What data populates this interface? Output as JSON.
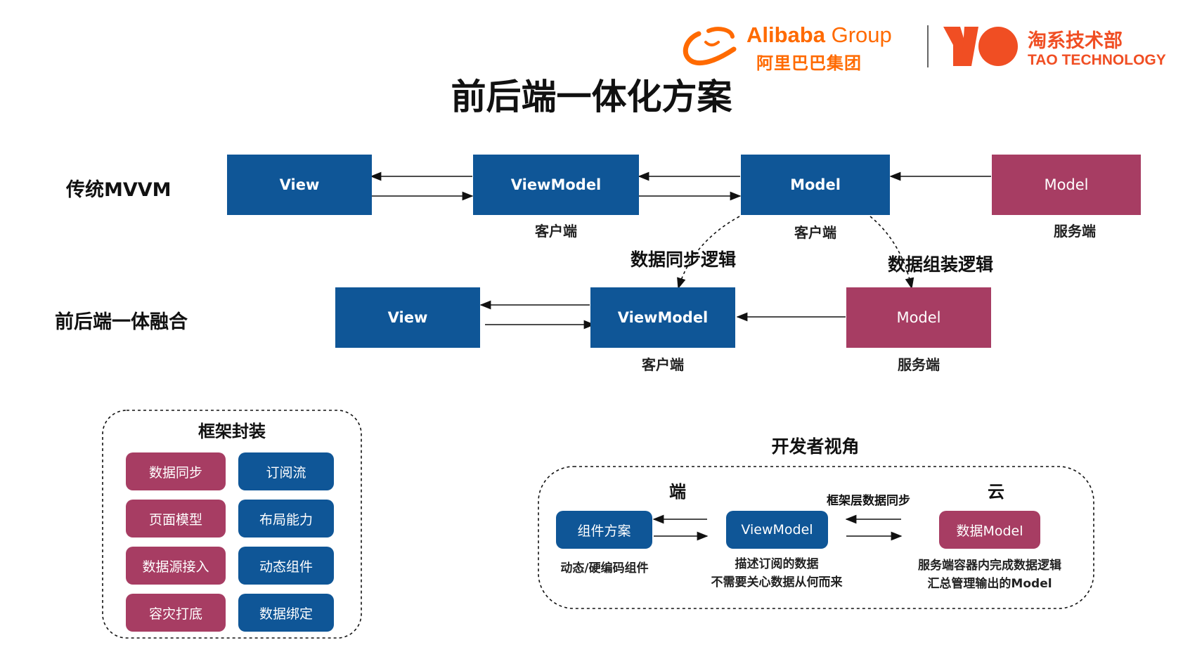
{
  "header": {
    "brand_en": "Alibaba",
    "brand_group": "Group",
    "brand_cn": "阿里巴巴集团",
    "dept_cn": "淘系技术部",
    "dept_en": "TAO TECHNOLOGY",
    "title": "前后端一体化方案"
  },
  "colors": {
    "blue": "#0f5697",
    "red": "#a73d63",
    "orange": "#ff6a00",
    "tao_red": "#f04e23"
  },
  "traditional": {
    "row_label": "传统MVVM",
    "view": "View",
    "viewmodel": "ViewModel",
    "model_client": "Model",
    "model_server": "Model",
    "client_label_1": "客户端",
    "client_label_2": "客户端",
    "server_label": "服务端"
  },
  "links": {
    "sync": "数据同步逻辑",
    "assemble": "数据组装逻辑"
  },
  "integrated": {
    "row_label": "前后端一体融合",
    "view": "View",
    "viewmodel": "ViewModel",
    "model": "Model",
    "client_label": "客户端",
    "server_label": "服务端"
  },
  "framework": {
    "title": "框架封装",
    "items": [
      "数据同步",
      "订阅流",
      "页面模型",
      "布局能力",
      "数据源接入",
      "动态组件",
      "容灾打底",
      "数据绑定"
    ]
  },
  "developer": {
    "title": "开发者视角",
    "end_label": "端",
    "cloud_label": "云",
    "sync_label": "框架层数据同步",
    "component": "组件方案",
    "viewmodel": "ViewModel",
    "model": "数据Model",
    "component_desc": "动态/硬编码组件",
    "viewmodel_desc_1": "描述订阅的数据",
    "viewmodel_desc_2": "不需要关心数据从何而来",
    "model_desc_1": "服务端容器内完成数据逻辑",
    "model_desc_2": "汇总管理输出的Model"
  }
}
